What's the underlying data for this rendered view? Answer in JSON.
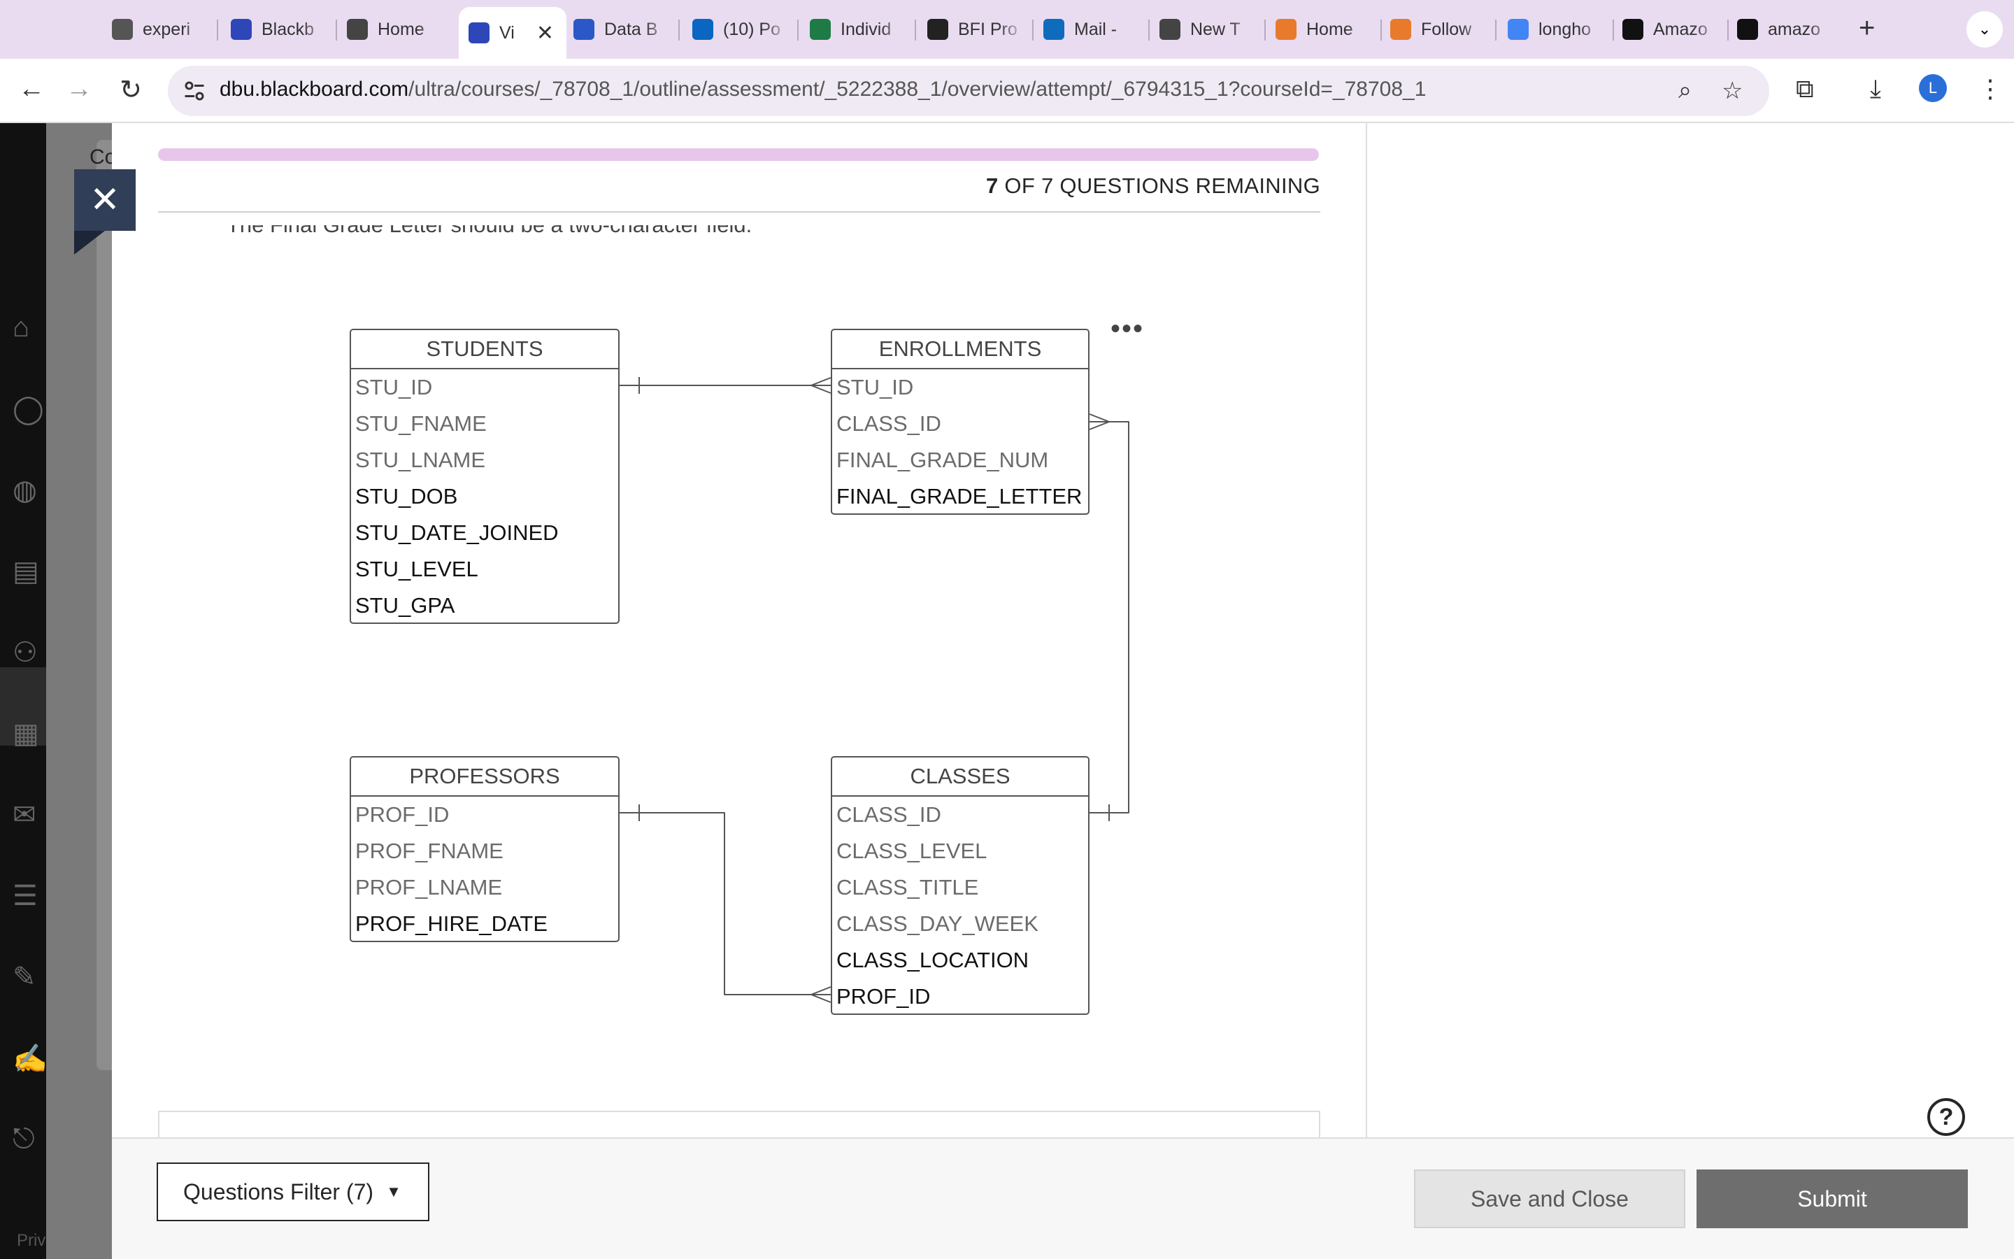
{
  "browser": {
    "tabs": [
      {
        "title": "experi",
        "icon": "globe-icon",
        "color": "#555"
      },
      {
        "title": "Blackb",
        "icon": "blackboard-icon",
        "color": "#2d47b8"
      },
      {
        "title": "Home",
        "icon": "shield-icon",
        "color": "#444"
      },
      {
        "title": "Vi",
        "icon": "blackboard-icon",
        "color": "#2d47b8",
        "active": true
      },
      {
        "title": "Data B",
        "icon": "word-icon",
        "color": "#2b58c7"
      },
      {
        "title": "(10) Po",
        "icon": "linkedin-icon",
        "color": "#0a66c2"
      },
      {
        "title": "Individ",
        "icon": "excel-icon",
        "color": "#1e7b45"
      },
      {
        "title": "BFI Pro",
        "icon": "openai-icon",
        "color": "#222"
      },
      {
        "title": "Mail -",
        "icon": "outlook-icon",
        "color": "#0f6cbd"
      },
      {
        "title": "New T",
        "icon": "chrome-icon",
        "color": "#444"
      },
      {
        "title": "Home",
        "icon": "c-icon",
        "color": "#e87a2d"
      },
      {
        "title": "Follow",
        "icon": "c-icon",
        "color": "#e87a2d"
      },
      {
        "title": "longho",
        "icon": "google-icon",
        "color": "#4285f4"
      },
      {
        "title": "Amazo",
        "icon": "amazon-icon",
        "color": "#111"
      },
      {
        "title": "amazo",
        "icon": "amazon-icon",
        "color": "#111"
      }
    ],
    "tab_close": "✕",
    "new_tab": "+",
    "url_domain": "dbu.blackboard.com",
    "url_path": "/ultra/courses/_78708_1/outline/assessment/_5222388_1/overview/attempt/_6794315_1?courseId=_78708_1",
    "avatar_letter": "L"
  },
  "sidebar": {
    "course_label": "Co",
    "privacy_label": "Priv"
  },
  "assessment": {
    "remaining_count": "7",
    "remaining_text": " OF 7 QUESTIONS REMAINING",
    "cut_text": "The Final Grade Letter should be a two-character field."
  },
  "erd": {
    "more_menu": "•••",
    "entities": {
      "students": {
        "name": "STUDENTS",
        "fields": [
          {
            "name": "STU_ID",
            "style": "gray"
          },
          {
            "name": "STU_FNAME",
            "style": "gray"
          },
          {
            "name": "STU_LNAME",
            "style": "gray"
          },
          {
            "name": "STU_DOB",
            "style": "black"
          },
          {
            "name": "STU_DATE_JOINED",
            "style": "black"
          },
          {
            "name": "STU_LEVEL",
            "style": "black"
          },
          {
            "name": "STU_GPA",
            "style": "black"
          }
        ]
      },
      "enrollments": {
        "name": "ENROLLMENTS",
        "fields": [
          {
            "name": "STU_ID",
            "style": "gray"
          },
          {
            "name": "CLASS_ID",
            "style": "gray"
          },
          {
            "name": "FINAL_GRADE_NUM",
            "style": "gray"
          },
          {
            "name": "FINAL_GRADE_LETTER",
            "style": "black"
          }
        ]
      },
      "professors": {
        "name": "PROFESSORS",
        "fields": [
          {
            "name": "PROF_ID",
            "style": "gray"
          },
          {
            "name": "PROF_FNAME",
            "style": "gray"
          },
          {
            "name": "PROF_LNAME",
            "style": "gray"
          },
          {
            "name": "PROF_HIRE_DATE",
            "style": "black"
          }
        ]
      },
      "classes": {
        "name": "CLASSES",
        "fields": [
          {
            "name": "CLASS_ID",
            "style": "gray"
          },
          {
            "name": "CLASS_LEVEL",
            "style": "gray"
          },
          {
            "name": "CLASS_TITLE",
            "style": "gray"
          },
          {
            "name": "CLASS_DAY_WEEK",
            "style": "gray"
          },
          {
            "name": "CLASS_LOCATION",
            "style": "black"
          },
          {
            "name": "PROF_ID",
            "style": "black"
          }
        ]
      }
    }
  },
  "footer": {
    "filter_label": "Questions Filter (7)",
    "save_label": "Save and Close",
    "submit_label": "Submit",
    "help_symbol": "?"
  }
}
